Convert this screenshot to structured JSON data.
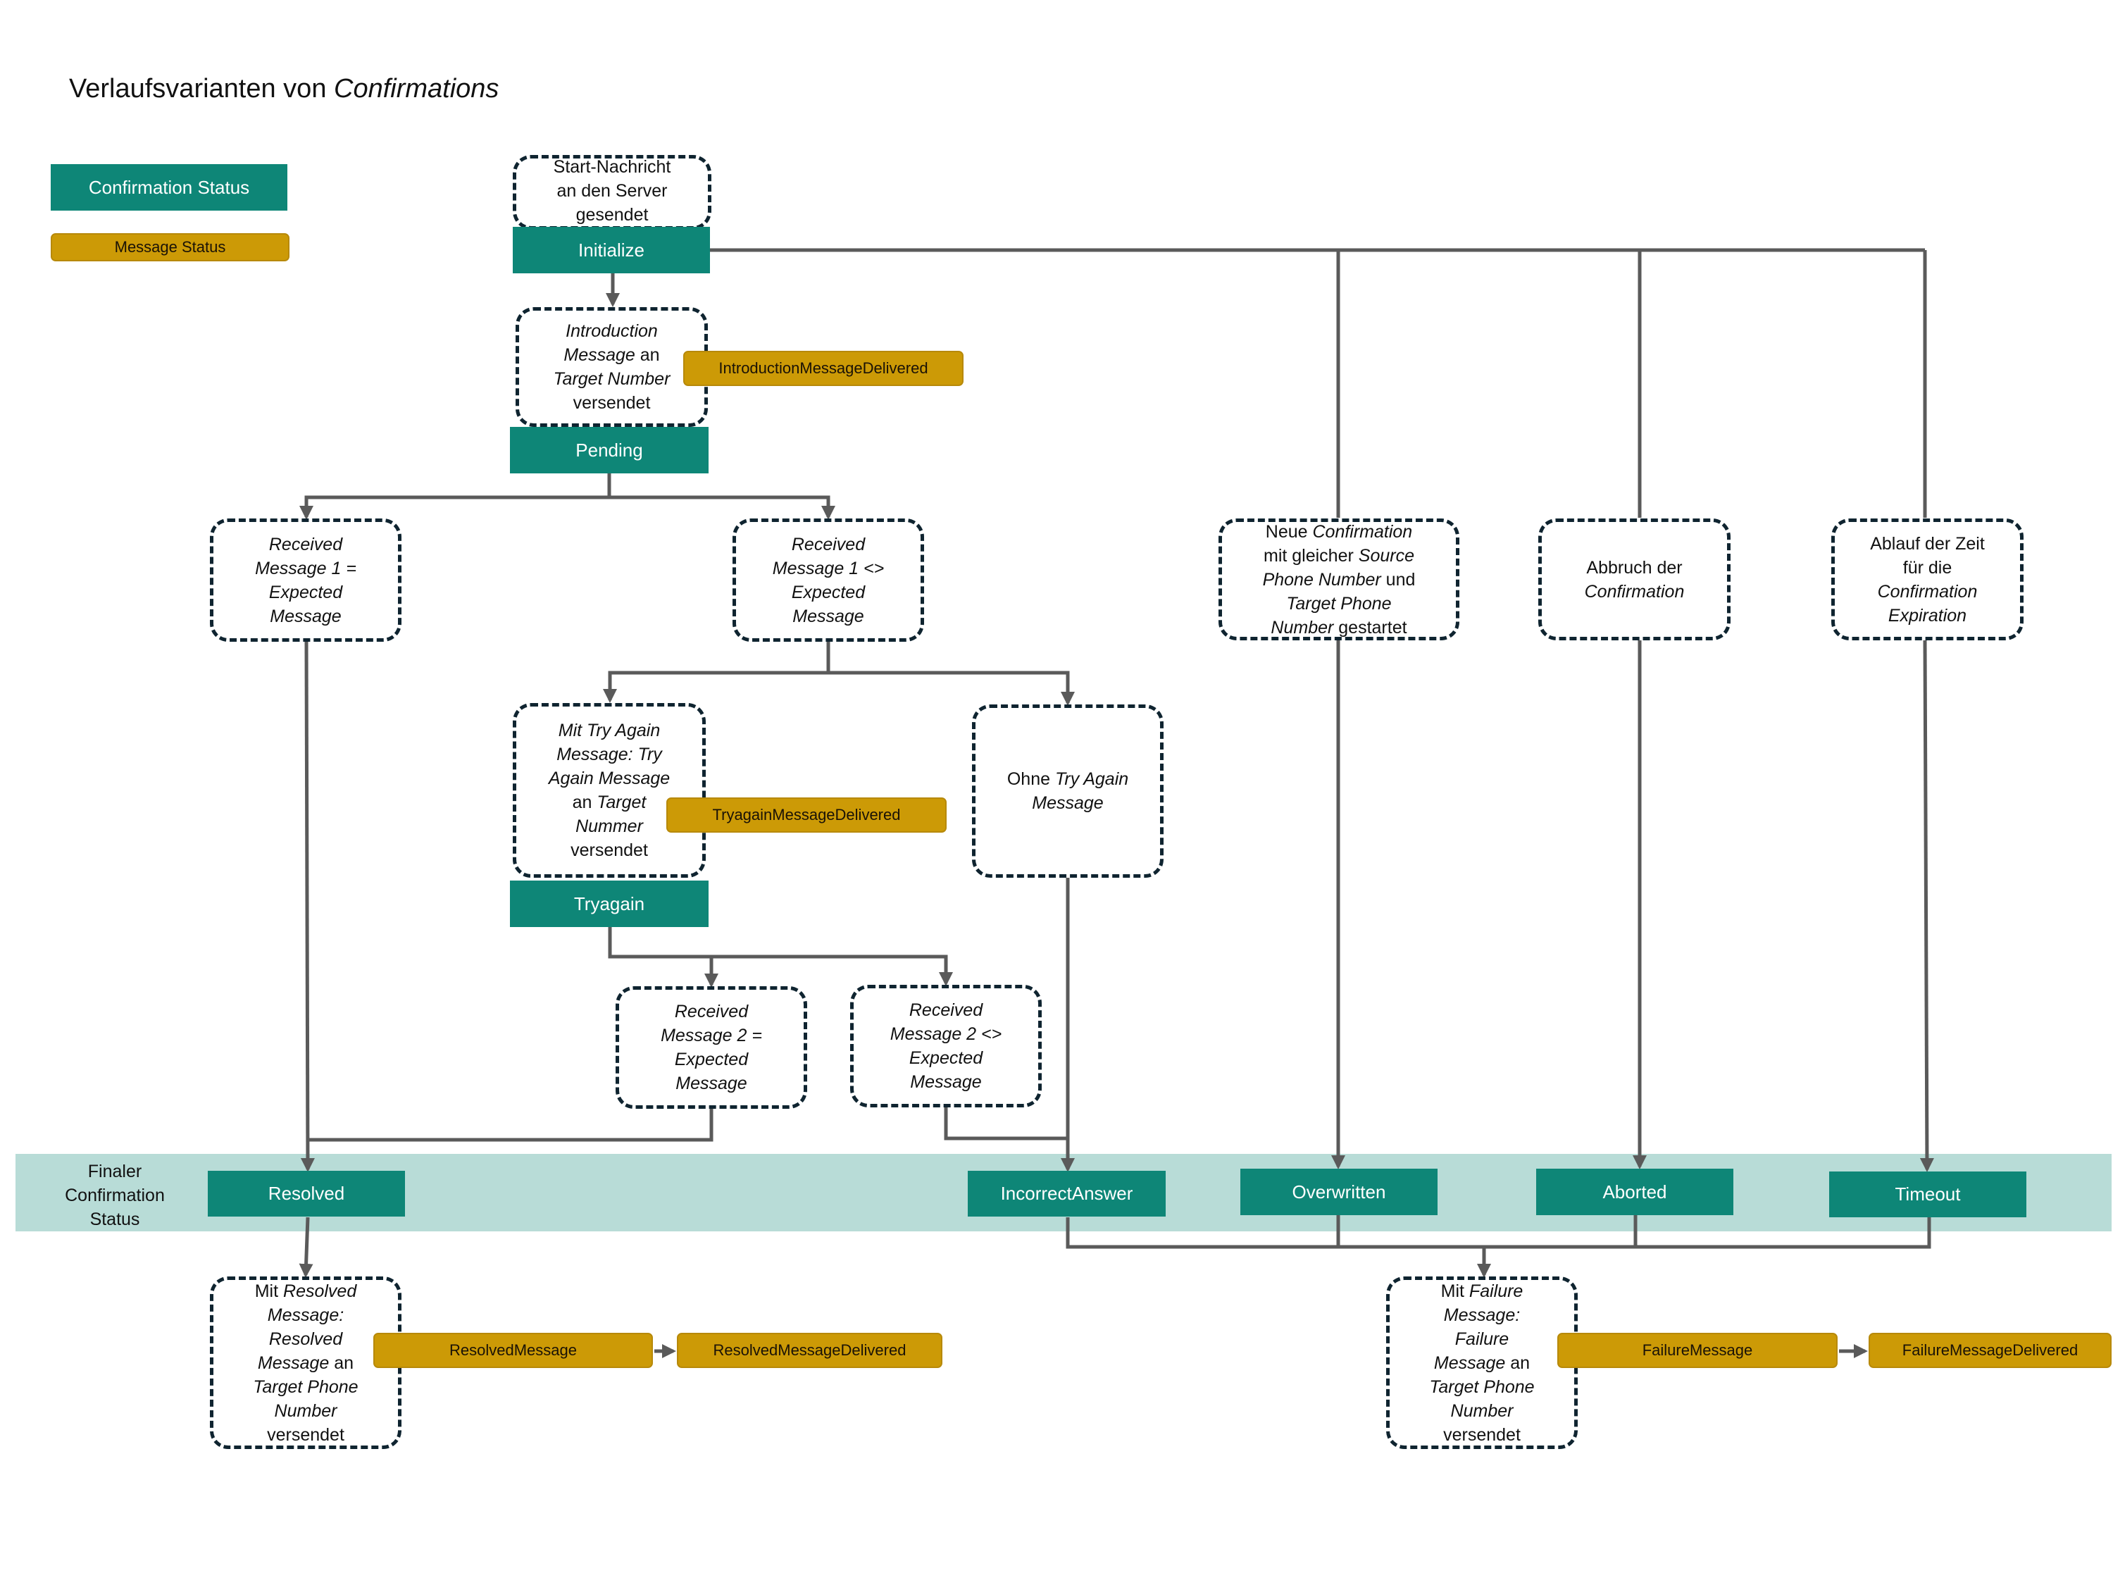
{
  "title": {
    "main": "Verlaufsvarianten von",
    "italic": "Confirmations"
  },
  "legend": {
    "confirmation_status": "Confirmation Status",
    "message_status": "Message Status"
  },
  "final_band": {
    "label": "Finaler Confirmation Status"
  },
  "colors": {
    "confirmation_status": "#0e8677",
    "message_status": "#cc9a06",
    "final_band": "#b8dcd7",
    "event_border": "#0f2430",
    "connector": "#5a5a5a"
  },
  "nodes": {
    "start": {
      "text": [
        [
          "Start-Nachricht",
          ""
        ],
        [
          "an den Server",
          ""
        ],
        [
          "gesendet",
          ""
        ]
      ]
    },
    "intro": {
      "text": [
        [
          "",
          "Introduction"
        ],
        [
          "",
          "Message"
        ],
        [
          " an",
          ""
        ],
        [
          "",
          "Target Number"
        ],
        [
          "versendet",
          ""
        ]
      ]
    },
    "recv1_eq": {
      "text": [
        [
          "",
          "Received"
        ],
        [
          "",
          "Message 1 ="
        ],
        [
          "",
          "Expected"
        ],
        [
          "",
          "Message"
        ]
      ]
    },
    "recv1_ne": {
      "text": [
        [
          "",
          "Received"
        ],
        [
          "",
          "Message 1 <>"
        ],
        [
          "",
          "Expected"
        ],
        [
          "",
          "Message"
        ]
      ]
    },
    "try_again": {
      "text": [
        [
          "",
          "Mit Try Again"
        ],
        [
          "",
          "Message: Try"
        ],
        [
          "",
          "Again Message"
        ],
        [
          "an ",
          ""
        ],
        [
          "",
          "Target"
        ],
        [
          "",
          "Nummer"
        ],
        [
          "versendet",
          ""
        ]
      ]
    },
    "no_try_again": {
      "text": [
        [
          "Ohne ",
          ""
        ],
        [
          "",
          "Try Again"
        ],
        [
          "",
          "Message"
        ]
      ]
    },
    "recv2_eq": {
      "text": [
        [
          "",
          "Received"
        ],
        [
          "",
          "Message 2 ="
        ],
        [
          "",
          "Expected"
        ],
        [
          "",
          "Message"
        ]
      ]
    },
    "recv2_ne": {
      "text": [
        [
          "",
          "Received"
        ],
        [
          "",
          "Message 2 <>"
        ],
        [
          "",
          "Expected"
        ],
        [
          "",
          "Message"
        ]
      ]
    },
    "new_conf": {
      "text": [
        [
          "Neue ",
          ""
        ],
        [
          "",
          "Confirmation"
        ],
        [
          "mit gleicher ",
          ""
        ],
        [
          "",
          "Source"
        ],
        [
          "",
          "Phone Number"
        ],
        [
          " und",
          ""
        ],
        [
          "",
          "Target Phone"
        ],
        [
          "",
          "Number"
        ],
        [
          " gestartet",
          ""
        ]
      ]
    },
    "abort": {
      "text": [
        [
          "Abbruch der",
          ""
        ],
        [
          "",
          "Confirmation"
        ]
      ]
    },
    "expire": {
      "text": [
        [
          "Ablauf der Zeit",
          ""
        ],
        [
          "für die",
          ""
        ],
        [
          "",
          "Confirmation"
        ],
        [
          "",
          "Expiration"
        ]
      ]
    },
    "resolved_msg": {
      "text": [
        [
          "Mit ",
          ""
        ],
        [
          "",
          "Resolved"
        ],
        [
          "",
          "Message:"
        ],
        [
          "",
          "Resolved"
        ],
        [
          "",
          "Message"
        ],
        [
          " an",
          ""
        ],
        [
          "",
          "Target Phone"
        ],
        [
          "",
          "Number"
        ],
        [
          "versendet",
          ""
        ]
      ]
    },
    "failure_msg": {
      "text": [
        [
          "Mit ",
          ""
        ],
        [
          "",
          "Failure"
        ],
        [
          "",
          "Message:"
        ],
        [
          "",
          "Failure"
        ],
        [
          "",
          "Message"
        ],
        [
          " an",
          ""
        ],
        [
          "",
          "Target Phone"
        ],
        [
          "",
          "Number"
        ],
        [
          "versendet",
          ""
        ]
      ]
    }
  },
  "statuses": {
    "initialize": "Initialize",
    "pending": "Pending",
    "tryagain": "Tryagain",
    "resolved": "Resolved",
    "incorrect_answer": "IncorrectAnswer",
    "overwritten": "Overwritten",
    "aborted": "Aborted",
    "timeout": "Timeout"
  },
  "messages": {
    "introduction_delivered": "IntroductionMessageDelivered",
    "tryagain_delivered": "TryagainMessageDelivered",
    "resolved_message": "ResolvedMessage",
    "resolved_delivered": "ResolvedMessageDelivered",
    "failure_message": "FailureMessage",
    "failure_delivered": "FailureMessageDelivered"
  }
}
